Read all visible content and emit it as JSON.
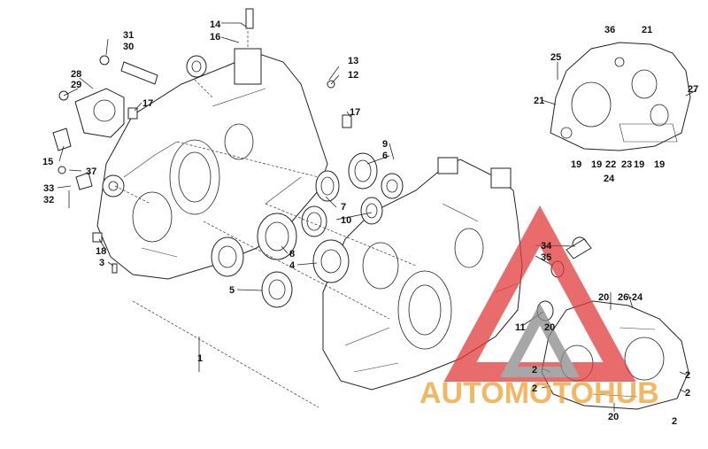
{
  "diagram": {
    "callouts": {
      "c14": "14",
      "c16": "16",
      "c31": "31",
      "c30": "30",
      "c28": "28",
      "c29": "29",
      "c17a": "17",
      "c13": "13",
      "c12": "12",
      "c17b": "17",
      "c15": "15",
      "c37": "37",
      "c33": "33",
      "c32": "32",
      "c9": "9",
      "c6": "6",
      "c7": "7",
      "c10": "10",
      "c18": "18",
      "c3": "3",
      "c8": "8",
      "c4": "4",
      "c5": "5",
      "c1": "1",
      "c34": "34",
      "c35": "35",
      "c11": "11",
      "c20a": "20",
      "c36": "36",
      "c21a": "21",
      "c25": "25",
      "c27": "27",
      "c21b": "21",
      "c19a": "19",
      "c19b": "19",
      "c22": "22",
      "c23": "23",
      "c19c": "19",
      "c19d": "19",
      "c24a": "24",
      "c20b": "20",
      "c26_24": "26-24",
      "c2a": "2",
      "c2b": "2",
      "c2c": "2",
      "c2d": "2",
      "c20c": "20",
      "c2e": "2"
    }
  },
  "watermark": {
    "text": "AUTOMOTOHUB",
    "colors": {
      "red": "#e23b3b",
      "orange": "#f0a030",
      "gray": "#8a8a8a"
    }
  }
}
